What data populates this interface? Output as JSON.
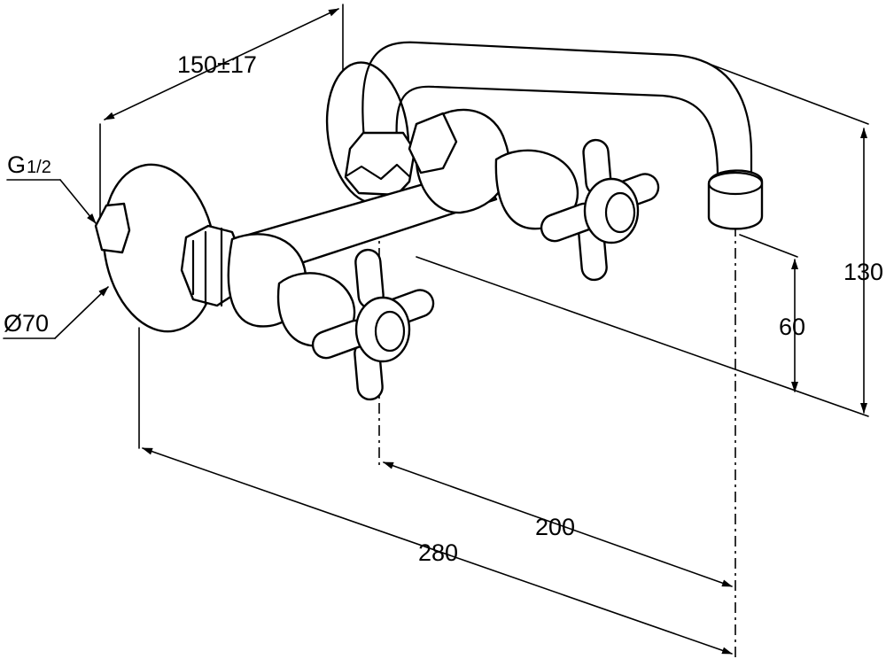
{
  "dimensions": {
    "thread": {
      "main": "G",
      "sub": "1/2"
    },
    "flange_diameter": "Ø70",
    "spacing": "150±17",
    "spout_height": "130",
    "outlet_height": "60",
    "spout_reach": "200",
    "overall_depth": "280"
  },
  "colors": {
    "line": "#000000",
    "background": "#ffffff"
  }
}
